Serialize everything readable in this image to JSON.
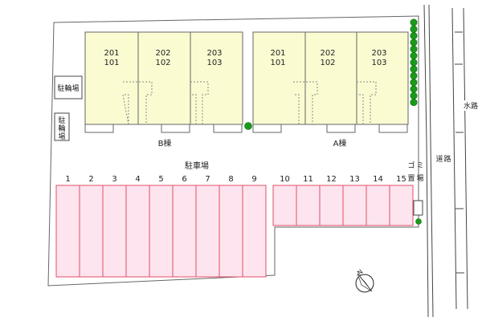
{
  "buildings": [
    {
      "label": "B棟",
      "units": [
        {
          "upper": "201",
          "lower": "101"
        },
        {
          "upper": "202",
          "lower": "102"
        },
        {
          "upper": "203",
          "lower": "103"
        }
      ]
    },
    {
      "label": "A棟",
      "units": [
        {
          "upper": "201",
          "lower": "101"
        },
        {
          "upper": "202",
          "lower": "102"
        },
        {
          "upper": "203",
          "lower": "103"
        }
      ]
    }
  ],
  "parking": {
    "label": "駐車場",
    "spaces": [
      "1",
      "2",
      "3",
      "4",
      "5",
      "6",
      "7",
      "8",
      "9",
      "10",
      "11",
      "12",
      "13",
      "14",
      "15"
    ]
  },
  "bike_parking_label": "駐輪場",
  "bike_parking_vertical_chars": [
    "駐",
    "輪",
    "場"
  ],
  "garbage_chars": [
    "ゴ",
    "ミ",
    "置",
    "場"
  ],
  "road_chars": [
    "道",
    "路"
  ],
  "waterway_label": "水路",
  "compass_letter": "N",
  "colors": {
    "building_fill": "#fbfbd2",
    "parking_fill": "#fde4ee",
    "parking_stroke": "#e0506a",
    "tree": "#1a9a1a",
    "lot_fill": "#ffffff",
    "line": "#555555"
  }
}
